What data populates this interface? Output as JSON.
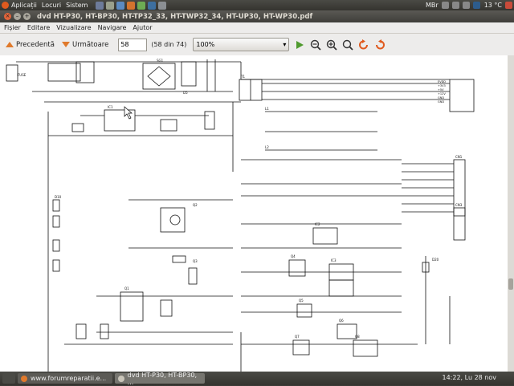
{
  "top_panel": {
    "menu": [
      "Aplicații",
      "Locuri",
      "Sistem"
    ],
    "tray_text": "MBr",
    "weather": "13 °C"
  },
  "window": {
    "title": "dvd HT-P30, HT-BP30, HT-TP32_33, HT-TWP32_34, HT-UP30, HT-WP30.pdf"
  },
  "menubar": [
    "Fișier",
    "Editare",
    "Vizualizare",
    "Navigare",
    "Ajutor"
  ],
  "toolbar": {
    "prev_label": "Precedentă",
    "next_label": "Următoare",
    "page_value": "58",
    "page_count": "(58 din 74)",
    "zoom_value": "100%"
  },
  "schematic": {
    "labels": [
      "FUSE",
      "SG1",
      "D5",
      "Q2",
      "Q3",
      "D10",
      "Q1",
      "Q4",
      "Q5",
      "Q6",
      "Q7",
      "Q8",
      "D20",
      "CN1",
      "CN3",
      "T1",
      "IC1",
      "IC2",
      "IC3",
      "L1",
      "L2"
    ],
    "connector_labels": [
      "EVDD",
      "+3V3",
      "+5V",
      "+12V",
      "GND",
      "GND"
    ]
  },
  "taskbar": {
    "tasks": [
      "www.forumreparatii.e...",
      "dvd HT-P30, HT-BP30, ..."
    ],
    "clock": "14:22, Lu 28 nov"
  },
  "colors": {
    "accent": "#e07a2c",
    "panel": "#3c3b37"
  }
}
